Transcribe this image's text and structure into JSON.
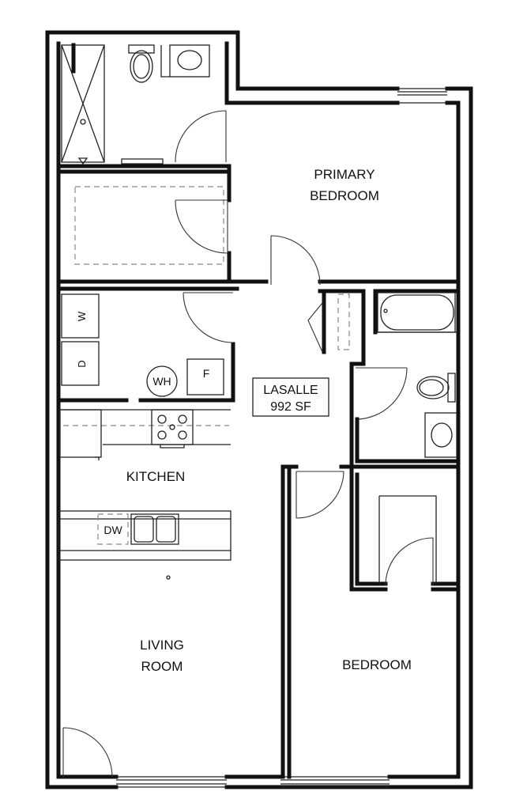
{
  "plan": {
    "rooms": {
      "primary_bedroom_line1": "PRIMARY",
      "primary_bedroom_line2": "BEDROOM",
      "kitchen": "KITCHEN",
      "living_line1": "LIVING",
      "living_line2": "ROOM",
      "bedroom": "BEDROOM"
    },
    "unit": {
      "name": "LASALLE",
      "area": "992 SF"
    },
    "fixtures": {
      "washer": "W",
      "dryer": "D",
      "water_heater": "WH",
      "furnace": "F",
      "dishwasher": "DW"
    }
  }
}
